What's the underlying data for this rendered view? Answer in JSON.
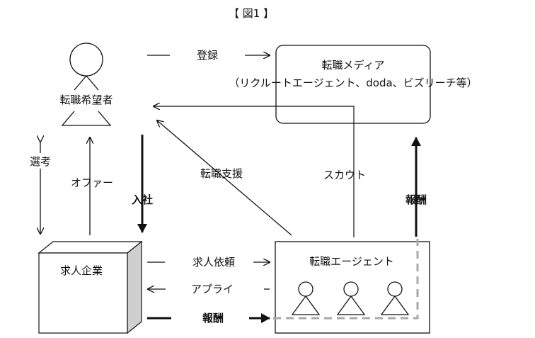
{
  "figure_title": "【 図1 】",
  "nodes": {
    "job_seeker": "転職希望者",
    "media_title": "転職メディア",
    "media_examples": "（リクルートエージェント、doda、ビズリーチ等）",
    "company": "求人企業",
    "agent": "転職エージェント"
  },
  "edges": {
    "register": "登録",
    "scout": "スカウト",
    "reward_media": "報酬",
    "support": "転職支援",
    "join": "入社",
    "offer": "オファー",
    "selection": "選考",
    "job_request": "求人依頼",
    "apply": "アプライ",
    "reward_agent": "報酬"
  }
}
